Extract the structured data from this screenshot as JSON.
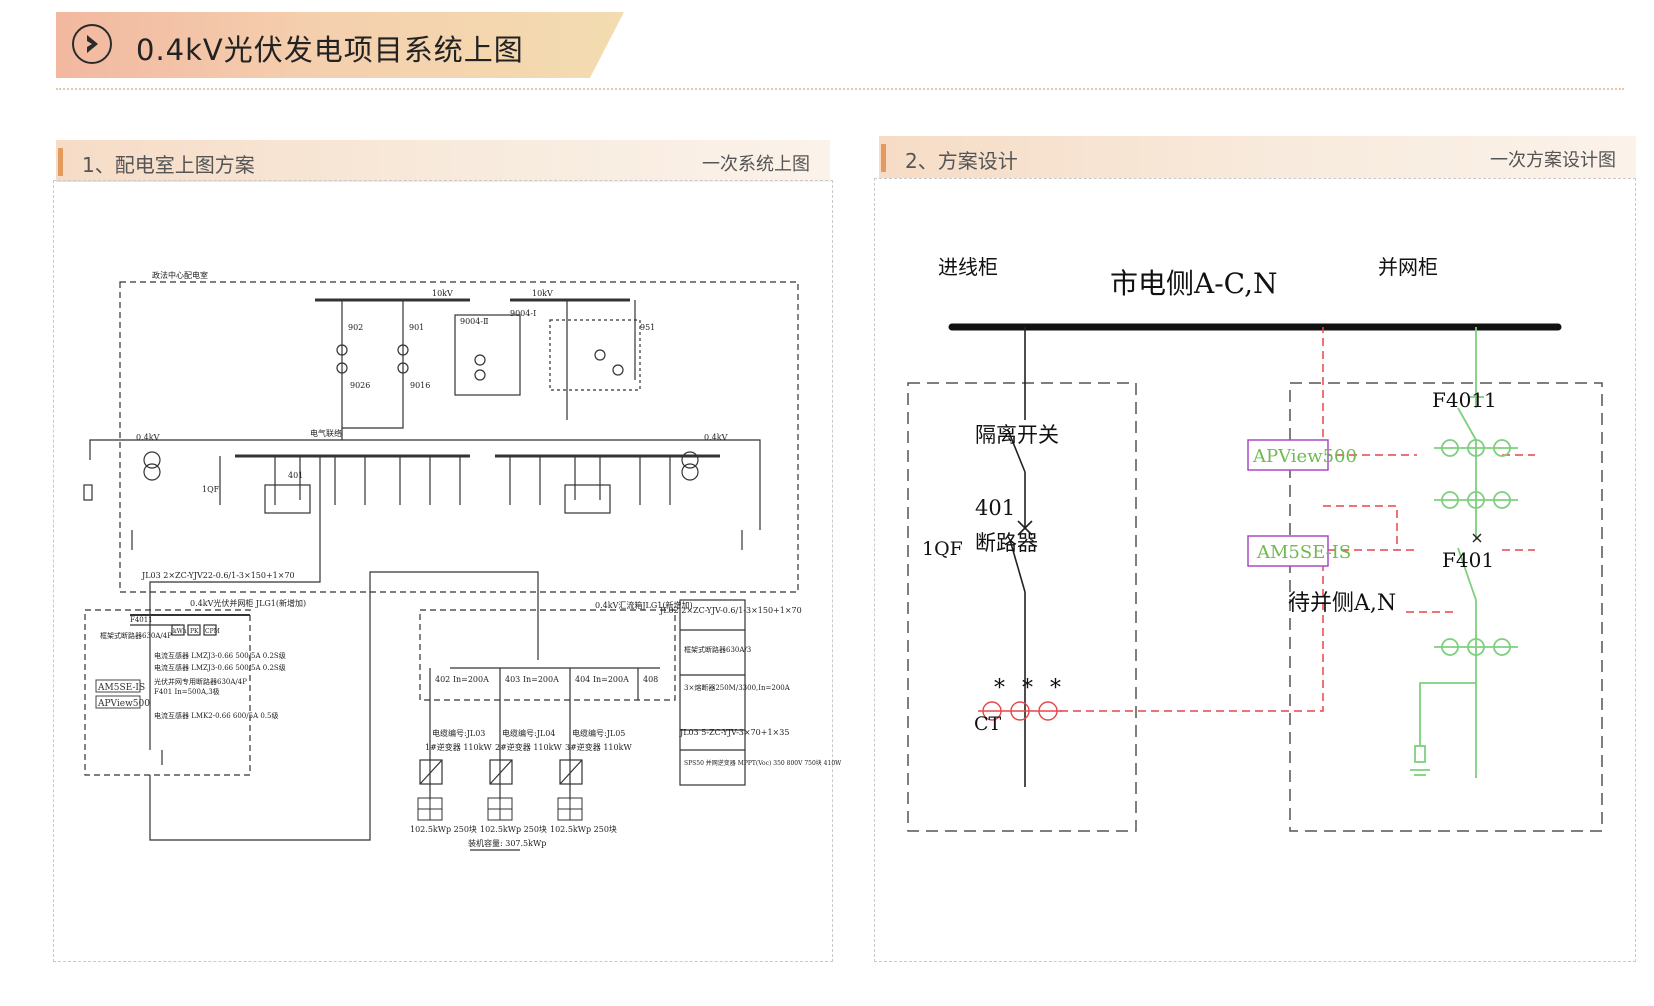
{
  "banner": {
    "title": "0.4kV光伏发电项目系统上图",
    "icon": "chevron-right-icon"
  },
  "left_panel": {
    "title": "1、配电室上图方案",
    "subtitle": "一次系统上图",
    "drawing": {
      "room_label": "政法中心配电室",
      "hv_label": "10kV",
      "hv_label2": "10kV",
      "lv_label": "0.4kV",
      "lv_label2": "0.4kV",
      "feeders": [
        "902",
        "901",
        "9004-Ⅱ",
        "9004-Ⅰ",
        "951",
        "9026",
        "9016"
      ],
      "bus_tie": "电气联络",
      "breaker": "401",
      "qf": "1QF",
      "cable": "JL03 2×ZC-YJV22-0.6/1-3×150+1×70",
      "cable2": "JL02 2×ZC-YJV-0.6/1-3×150+1×70",
      "cable3": "JL03 5-ZC-YJV-3×70+1×35",
      "box_title": "0.4kV光伏并网柜 JLG1(新增加)",
      "box2_title": "0.4kV汇流箱JLG1(新增加)",
      "meter_boxes": [
        "kWh",
        "PK",
        "CPM"
      ],
      "cabinet_lines": [
        "框架式断路器630A/4P",
        "电流互感器 LMZJ3-0.66 500/5A 0.2S级",
        "电流互感器 LMZJ3-0.66 500/5A 0.2S级",
        "光伏并网专用断路器630A/4P",
        "F401 In=500A,3极",
        "电流互感器 LMK2-0.66 600/5A 0.5级"
      ],
      "devices": [
        "AM5SE-IS",
        "APView500"
      ],
      "f4011": "F4011",
      "inverters": [
        "1#逆变器 110kW",
        "2#逆变器 110kW",
        "3#逆变器 110kW"
      ],
      "arrays": [
        "102.5kWp 250块",
        "102.5kWp 250块",
        "102.5kWp 250块"
      ],
      "branches": [
        "402 In=200A",
        "403 In=200A",
        "404 In=200A",
        "408"
      ],
      "cables": [
        "电缆编号:JL03",
        "电缆编号:JL04",
        "电缆编号:JL05"
      ],
      "total": "装机容量: 307.5kWp",
      "spec_lines": [
        "框架式断路器630A/3",
        "3×熔断器250M/3300,In=200A",
        "SPS50 并网逆变器 MPPT(Voc) 350 800V 750块 410W"
      ]
    }
  },
  "right_panel": {
    "title": "2、方案设计",
    "subtitle": "一次方案设计图",
    "diagram": {
      "incoming_cabinet": "进线柜",
      "grid_cabinet": "并网柜",
      "bus_label": "市电侧A-C,N",
      "isolator": "隔离开关",
      "breaker_no": "401",
      "breaker": "断路器",
      "qf": "1QF",
      "ct": "CT",
      "ct_marks": [
        "*",
        "*",
        "*"
      ],
      "f4011": "F4011",
      "f401": "F401",
      "apview": "APView500",
      "am5se": "AM5SE-IS",
      "pending": "待并侧A,N",
      "colors": {
        "bus": "#111111",
        "dashed_red": "#e8454a",
        "green": "#7ecf7e",
        "device_border": "#a84bc4",
        "device_text": "#6fba4f"
      }
    }
  }
}
